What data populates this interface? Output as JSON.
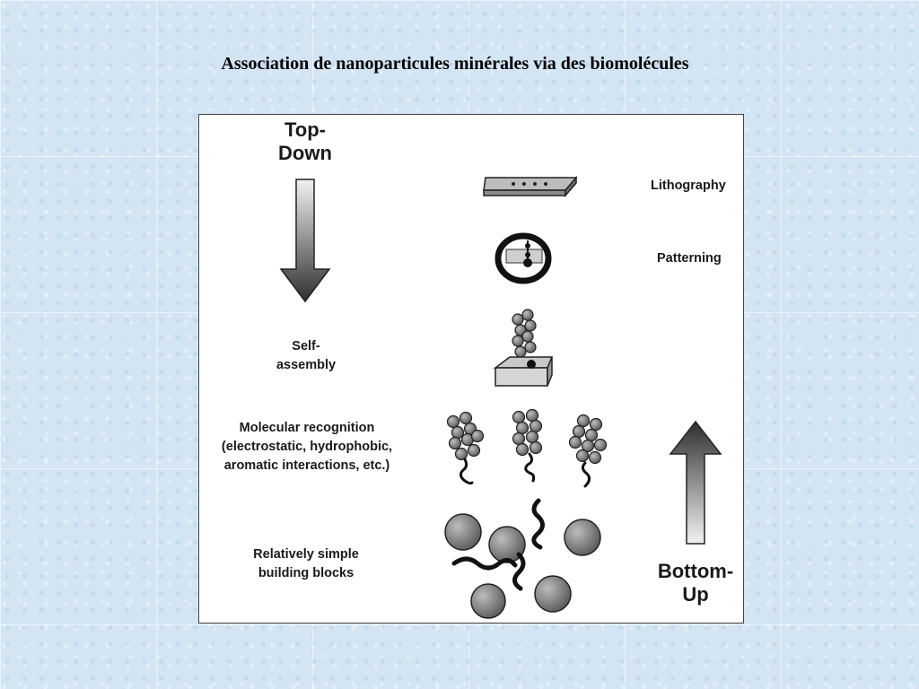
{
  "slide": {
    "title": "Association de nanoparticules minérales via des biomolécules"
  },
  "figure": {
    "top_down": {
      "line1": "Top-",
      "line2": "Down"
    },
    "bottom_up": {
      "line1": "Bottom-",
      "line2": "Up"
    },
    "levels": {
      "lithography": "Lithography",
      "patterning": "Patterning",
      "self_assembly": {
        "line1": "Self-",
        "line2": "assembly"
      },
      "molecular_recognition": {
        "line1": "Molecular recognition",
        "line2": "(electrostatic, hydrophobic,",
        "line3": "aromatic interactions, etc.)"
      },
      "building_blocks": {
        "line1": "Relatively simple",
        "line2": "building blocks"
      }
    }
  }
}
